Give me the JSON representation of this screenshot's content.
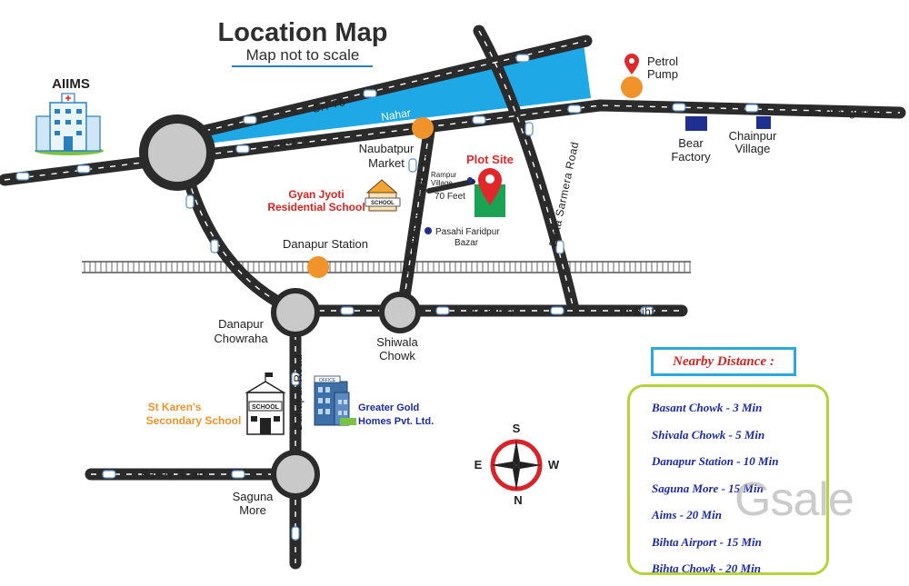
{
  "header": {
    "title": "Location Map",
    "subtitle": "Map not to scale"
  },
  "places": {
    "aiims": "AIIMS",
    "petrol_pump": [
      "Petrol",
      "Pump"
    ],
    "naubatpur_market": [
      "Naubatpur",
      "Market"
    ],
    "plot_site": "Plot Site",
    "rampur_village": [
      "Rampur",
      "Village"
    ],
    "seventy_feet": "70 Feet",
    "pasahi": [
      "Pasahi Faridpur",
      "Bazar"
    ],
    "gyan_jyoti": [
      "Gyan Jyoti",
      "Residential School"
    ],
    "danapur_station": "Danapur Station",
    "bear_factory": [
      "Bear",
      "Factory"
    ],
    "chainpur_village": [
      "Chainpur",
      "Village"
    ],
    "danapur_chowraha": [
      "Danapur",
      "Chowraha"
    ],
    "shiwala_chowk": [
      "Shiwala",
      "Chowk"
    ],
    "st_karens": [
      "St Karen's",
      "Secondary School"
    ],
    "greater_gold": [
      "Greater Gold",
      "Homes Pvt. Ltd."
    ],
    "saguna_more": [
      "Saguna",
      "More"
    ],
    "school_sign": "SCHOOL",
    "office_sign": "OFFICE"
  },
  "roads": {
    "sh78": "SH-78",
    "nahar": "Nahar",
    "nh139": "NH-139",
    "to_orangabad": "To Orangabad",
    "to_naubatpur": "To Naubatpur - NH-139",
    "bihta_sarmera": "Bihta Sarmera Road",
    "to_bihta_1": "To Bihta",
    "to_bihta_2": "To Bihta",
    "danapur_road": "Danapur Road",
    "bailey_road": "Bailey Road"
  },
  "compass": {
    "n": "N",
    "s": "S",
    "e": "E",
    "w": "W"
  },
  "nearby": {
    "title": "Nearby Distance :",
    "items": [
      "Basant Chowk - 3 Min",
      "Shivala Chowk - 5 Min",
      "Danapur Station - 10 Min",
      "Saguna More - 15 Min",
      "Aims - 20 Min",
      "Bihta Airport - 15 Min",
      "Bihta Chowk - 20 Min"
    ]
  },
  "watermark": "Gsale",
  "colors": {
    "road": "#2b2b2b",
    "canal": "#1ea8e6",
    "junction": "#c9c9c9",
    "marker": "#f0932b",
    "pin": "#e0272a",
    "plot": "#1aa352",
    "factory": "#1f2f8f"
  }
}
